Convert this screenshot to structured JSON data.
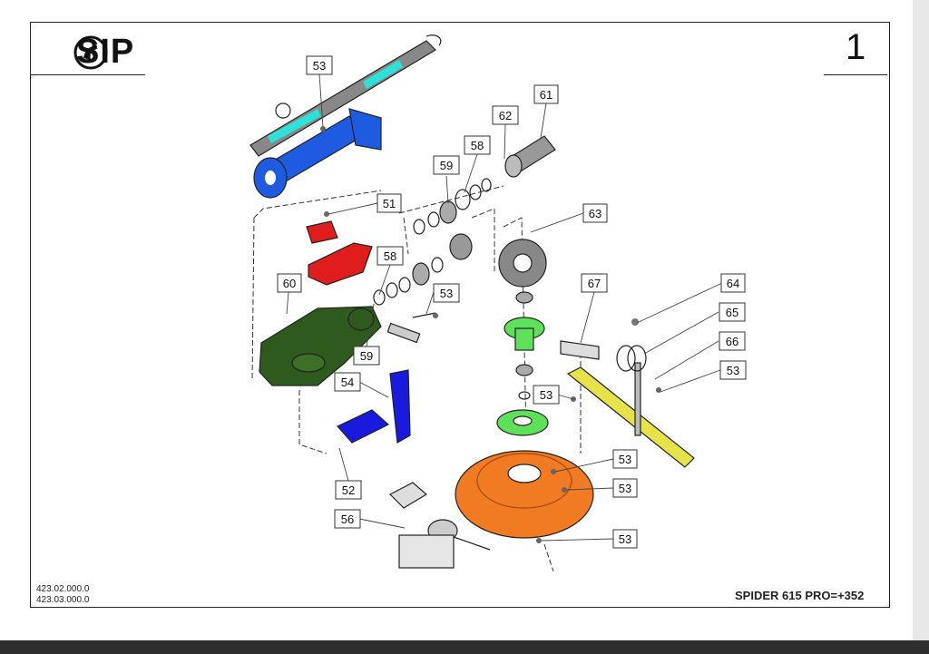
{
  "header": {
    "brand": "SIP",
    "page_number": "1"
  },
  "footer": {
    "code_1": "423.02.000.0",
    "code_2": "423.03.000.0",
    "model": "SPIDER 615 PRO=+352"
  },
  "callouts": [
    {
      "id": "c53a",
      "label": "53"
    },
    {
      "id": "c61",
      "label": "61"
    },
    {
      "id": "c62",
      "label": "62"
    },
    {
      "id": "c58a",
      "label": "58"
    },
    {
      "id": "c59a",
      "label": "59"
    },
    {
      "id": "c51",
      "label": "51"
    },
    {
      "id": "c63",
      "label": "63"
    },
    {
      "id": "c58b",
      "label": "58"
    },
    {
      "id": "c60",
      "label": "60"
    },
    {
      "id": "c53b",
      "label": "53"
    },
    {
      "id": "c67",
      "label": "67"
    },
    {
      "id": "c64",
      "label": "64"
    },
    {
      "id": "c65",
      "label": "65"
    },
    {
      "id": "c59b",
      "label": "59"
    },
    {
      "id": "c66",
      "label": "66"
    },
    {
      "id": "c54",
      "label": "54"
    },
    {
      "id": "c53c",
      "label": "53"
    },
    {
      "id": "c53d",
      "label": "53"
    },
    {
      "id": "c53e",
      "label": "53"
    },
    {
      "id": "c52",
      "label": "52"
    },
    {
      "id": "c53f",
      "label": "53"
    },
    {
      "id": "c56",
      "label": "56"
    },
    {
      "id": "c53g",
      "label": "53"
    }
  ],
  "colors": {
    "shaft_tube": "#1e5be0",
    "shaft_highlight": "#2ee0d8",
    "cover_plate": "#e01d1d",
    "gearbox_housing": "#2f5a1e",
    "lower_cover": "#1a1adf",
    "bearing_housing": "#5fe05a",
    "rotor_disc": "#f07b22",
    "arm": "#e6e24a"
  }
}
